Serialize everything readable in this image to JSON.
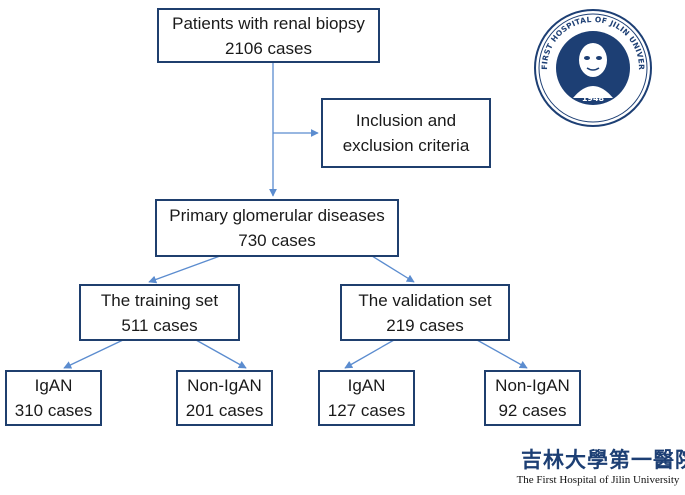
{
  "nodes": {
    "patients": {
      "line1": "Patients with renal biopsy",
      "line2": "2106 cases"
    },
    "criteria": {
      "line1": "Inclusion and",
      "line2": "exclusion criteria"
    },
    "primary": {
      "line1": "Primary glomerular diseases",
      "line2": "730 cases"
    },
    "training": {
      "line1": "The training set",
      "line2": "511 cases"
    },
    "validation": {
      "line1": "The validation set",
      "line2": "219 cases"
    },
    "training_igan": {
      "line1": "IgAN",
      "line2": "310 cases"
    },
    "training_nonigan": {
      "line1": "Non-IgAN",
      "line2": "201 cases"
    },
    "validation_igan": {
      "line1": "IgAN",
      "line2": "127 cases"
    },
    "validation_nonigan": {
      "line1": "Non-IgAN",
      "line2": "92 cases"
    }
  },
  "logo": {
    "seal_text": "THE FIRST HOSPITAL OF JILIN UNIVERSITY",
    "seal_year": "1948",
    "chinese_name": "吉林大學第一醫院",
    "english_name": "The First Hospital of Jilin University"
  },
  "colors": {
    "box_border": "#1f3f6e",
    "arrow": "#5b8ccf",
    "logo": "#1d3f74"
  }
}
